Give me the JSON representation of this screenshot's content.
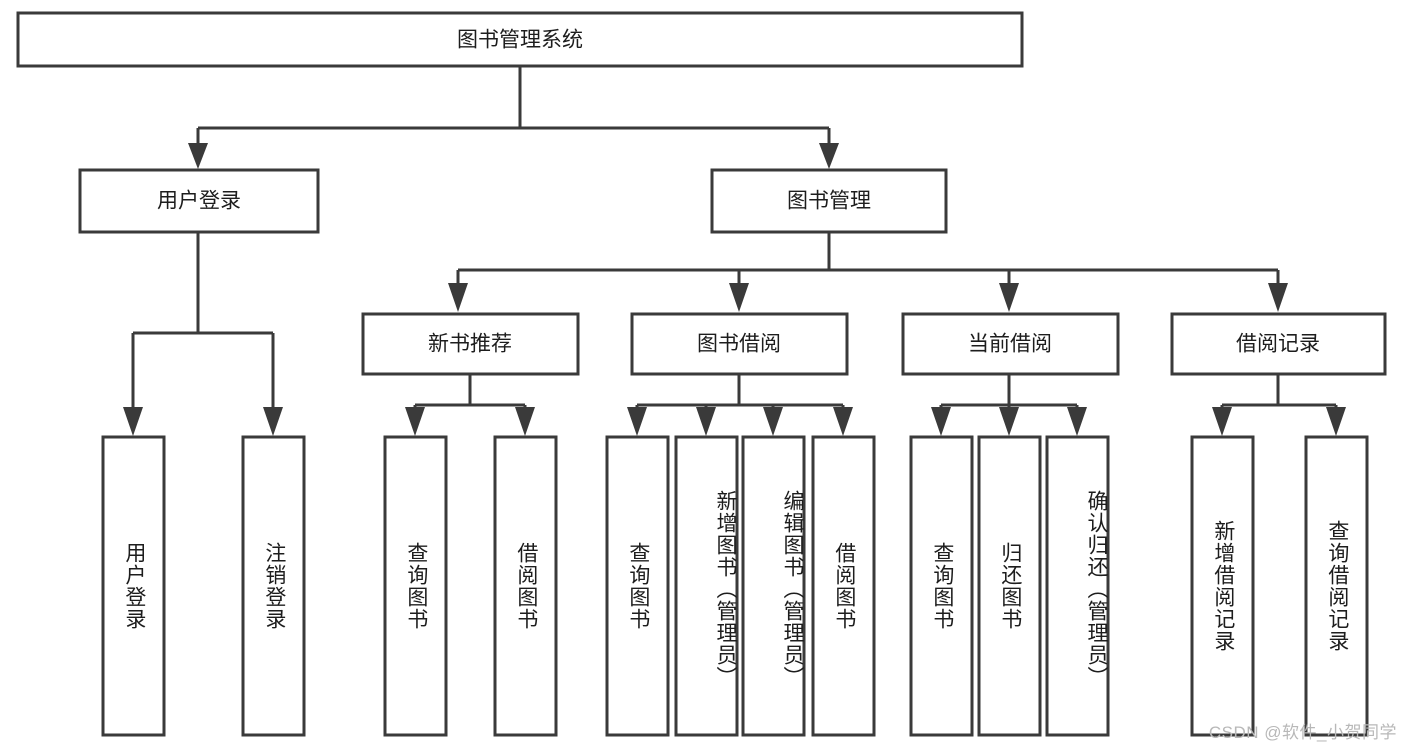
{
  "diagram": {
    "type": "hierarchy-tree",
    "title": "图书管理系统",
    "root": {
      "id": "root",
      "label": "图书管理系统",
      "level": 0
    },
    "level1": [
      {
        "id": "user-login",
        "label": "用户登录"
      },
      {
        "id": "book-management",
        "label": "图书管理"
      }
    ],
    "level2": [
      {
        "id": "new-book-recommend",
        "label": "新书推荐",
        "parent": "book-management"
      },
      {
        "id": "book-borrow",
        "label": "图书借阅",
        "parent": "book-management"
      },
      {
        "id": "current-borrow",
        "label": "当前借阅",
        "parent": "book-management"
      },
      {
        "id": "borrow-record",
        "label": "借阅记录",
        "parent": "book-management"
      }
    ],
    "leaves": [
      {
        "id": "leaf-user-login",
        "label": "用户登录",
        "parent": "user-login"
      },
      {
        "id": "leaf-logout-login",
        "label": "注销登录",
        "parent": "user-login"
      },
      {
        "id": "leaf-query-book-1",
        "label": "查询图书",
        "parent": "new-book-recommend"
      },
      {
        "id": "leaf-borrow-book-1",
        "label": "借阅图书",
        "parent": "new-book-recommend"
      },
      {
        "id": "leaf-query-book-2",
        "label": "查询图书",
        "parent": "book-borrow"
      },
      {
        "id": "leaf-add-book",
        "label": "新增图书（管理员）",
        "parent": "book-borrow"
      },
      {
        "id": "leaf-edit-book",
        "label": "编辑图书（管理员）",
        "parent": "book-borrow"
      },
      {
        "id": "leaf-borrow-book-2",
        "label": "借阅图书",
        "parent": "book-borrow"
      },
      {
        "id": "leaf-query-book-3",
        "label": "查询图书",
        "parent": "current-borrow"
      },
      {
        "id": "leaf-return-book",
        "label": "归还图书",
        "parent": "current-borrow"
      },
      {
        "id": "leaf-confirm-return",
        "label": "确认归还（管理员）",
        "parent": "current-borrow"
      },
      {
        "id": "leaf-add-record",
        "label": "新增借阅记录",
        "parent": "borrow-record"
      },
      {
        "id": "leaf-query-record",
        "label": "查询借阅记录",
        "parent": "borrow-record"
      }
    ]
  },
  "watermark": {
    "text": "CSDN @软件_小贺同学"
  },
  "colors": {
    "stroke": "#3a3a3a",
    "box_fill": "#ffffff",
    "text": "#1d1d1d",
    "watermark": "#b8b8b8",
    "background": "#ffffff"
  }
}
